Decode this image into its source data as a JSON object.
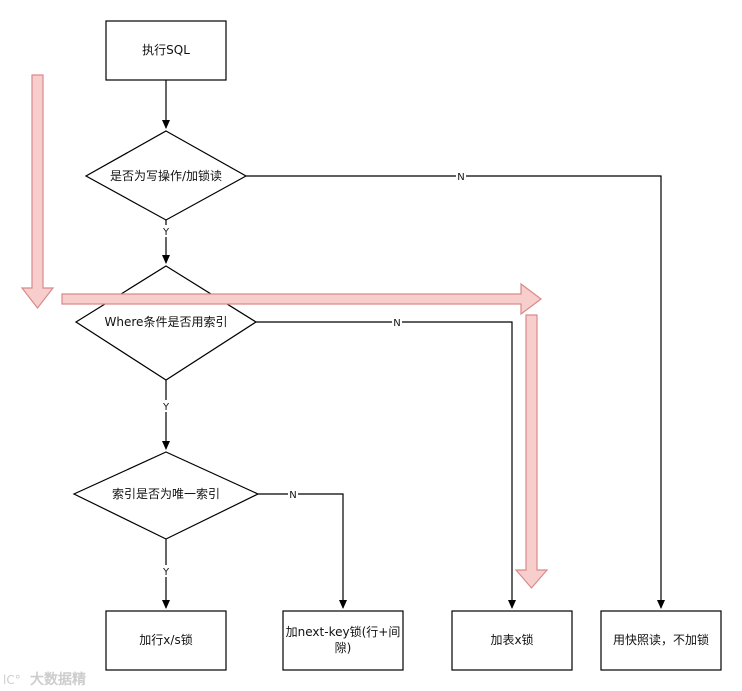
{
  "nodes": {
    "exec_sql": "执行SQL",
    "is_write": "是否为写操作/加锁读",
    "where_index": "Where条件是否用索引",
    "unique_index": "索引是否为唯一索引",
    "row_lock": "加行x/s锁",
    "next_key_line1": "加next-key锁(行+间",
    "next_key_line2": "隙)",
    "table_lock": "加表x锁",
    "snapshot": "用快照读，不加锁"
  },
  "edges": {
    "is_write_no": "N",
    "is_write_yes": "Y",
    "where_no": "N",
    "where_yes": "Y",
    "unique_no": "N",
    "unique_yes": "Y"
  },
  "colors": {
    "stroke": "#000000",
    "arrow_fill": "#f8cecc",
    "arrow_stroke": "#d98a8a"
  },
  "watermark": "大数据精"
}
